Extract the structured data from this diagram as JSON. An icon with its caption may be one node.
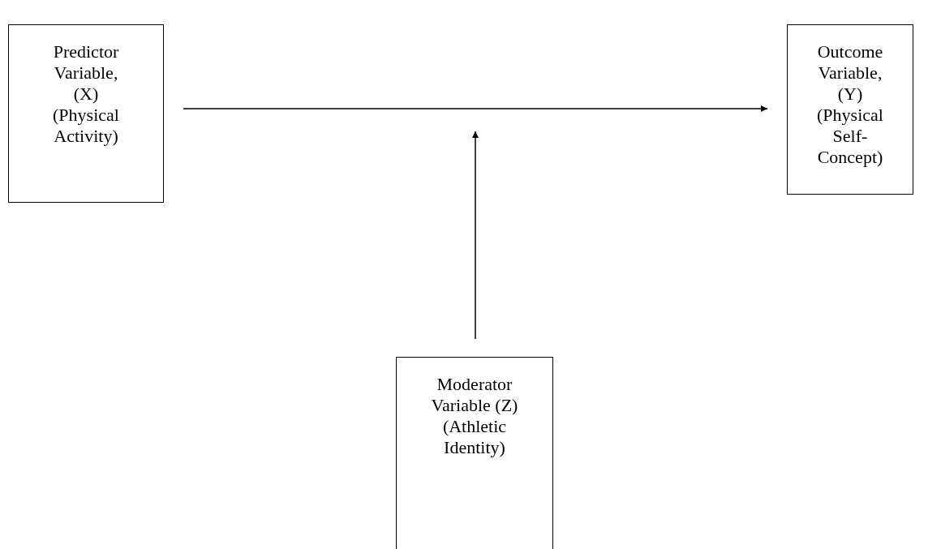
{
  "diagram": {
    "nodes": [
      {
        "text": [
          "Predictor Variable, (X) (Physical Activity)"
        ]
      },
      {
        "text": [
          "Outcome Variable, (Y) (Physical Self-Concept)"
        ]
      },
      {
        "text": [
          "Moderator Variable (Z) (Athletic Identity)"
        ]
      }
    ],
    "edges": [
      {
        "from": 0,
        "to": 1,
        "arrow": "to"
      },
      {
        "from": 2,
        "to": null,
        "arrow": "to"
      }
    ]
  }
}
